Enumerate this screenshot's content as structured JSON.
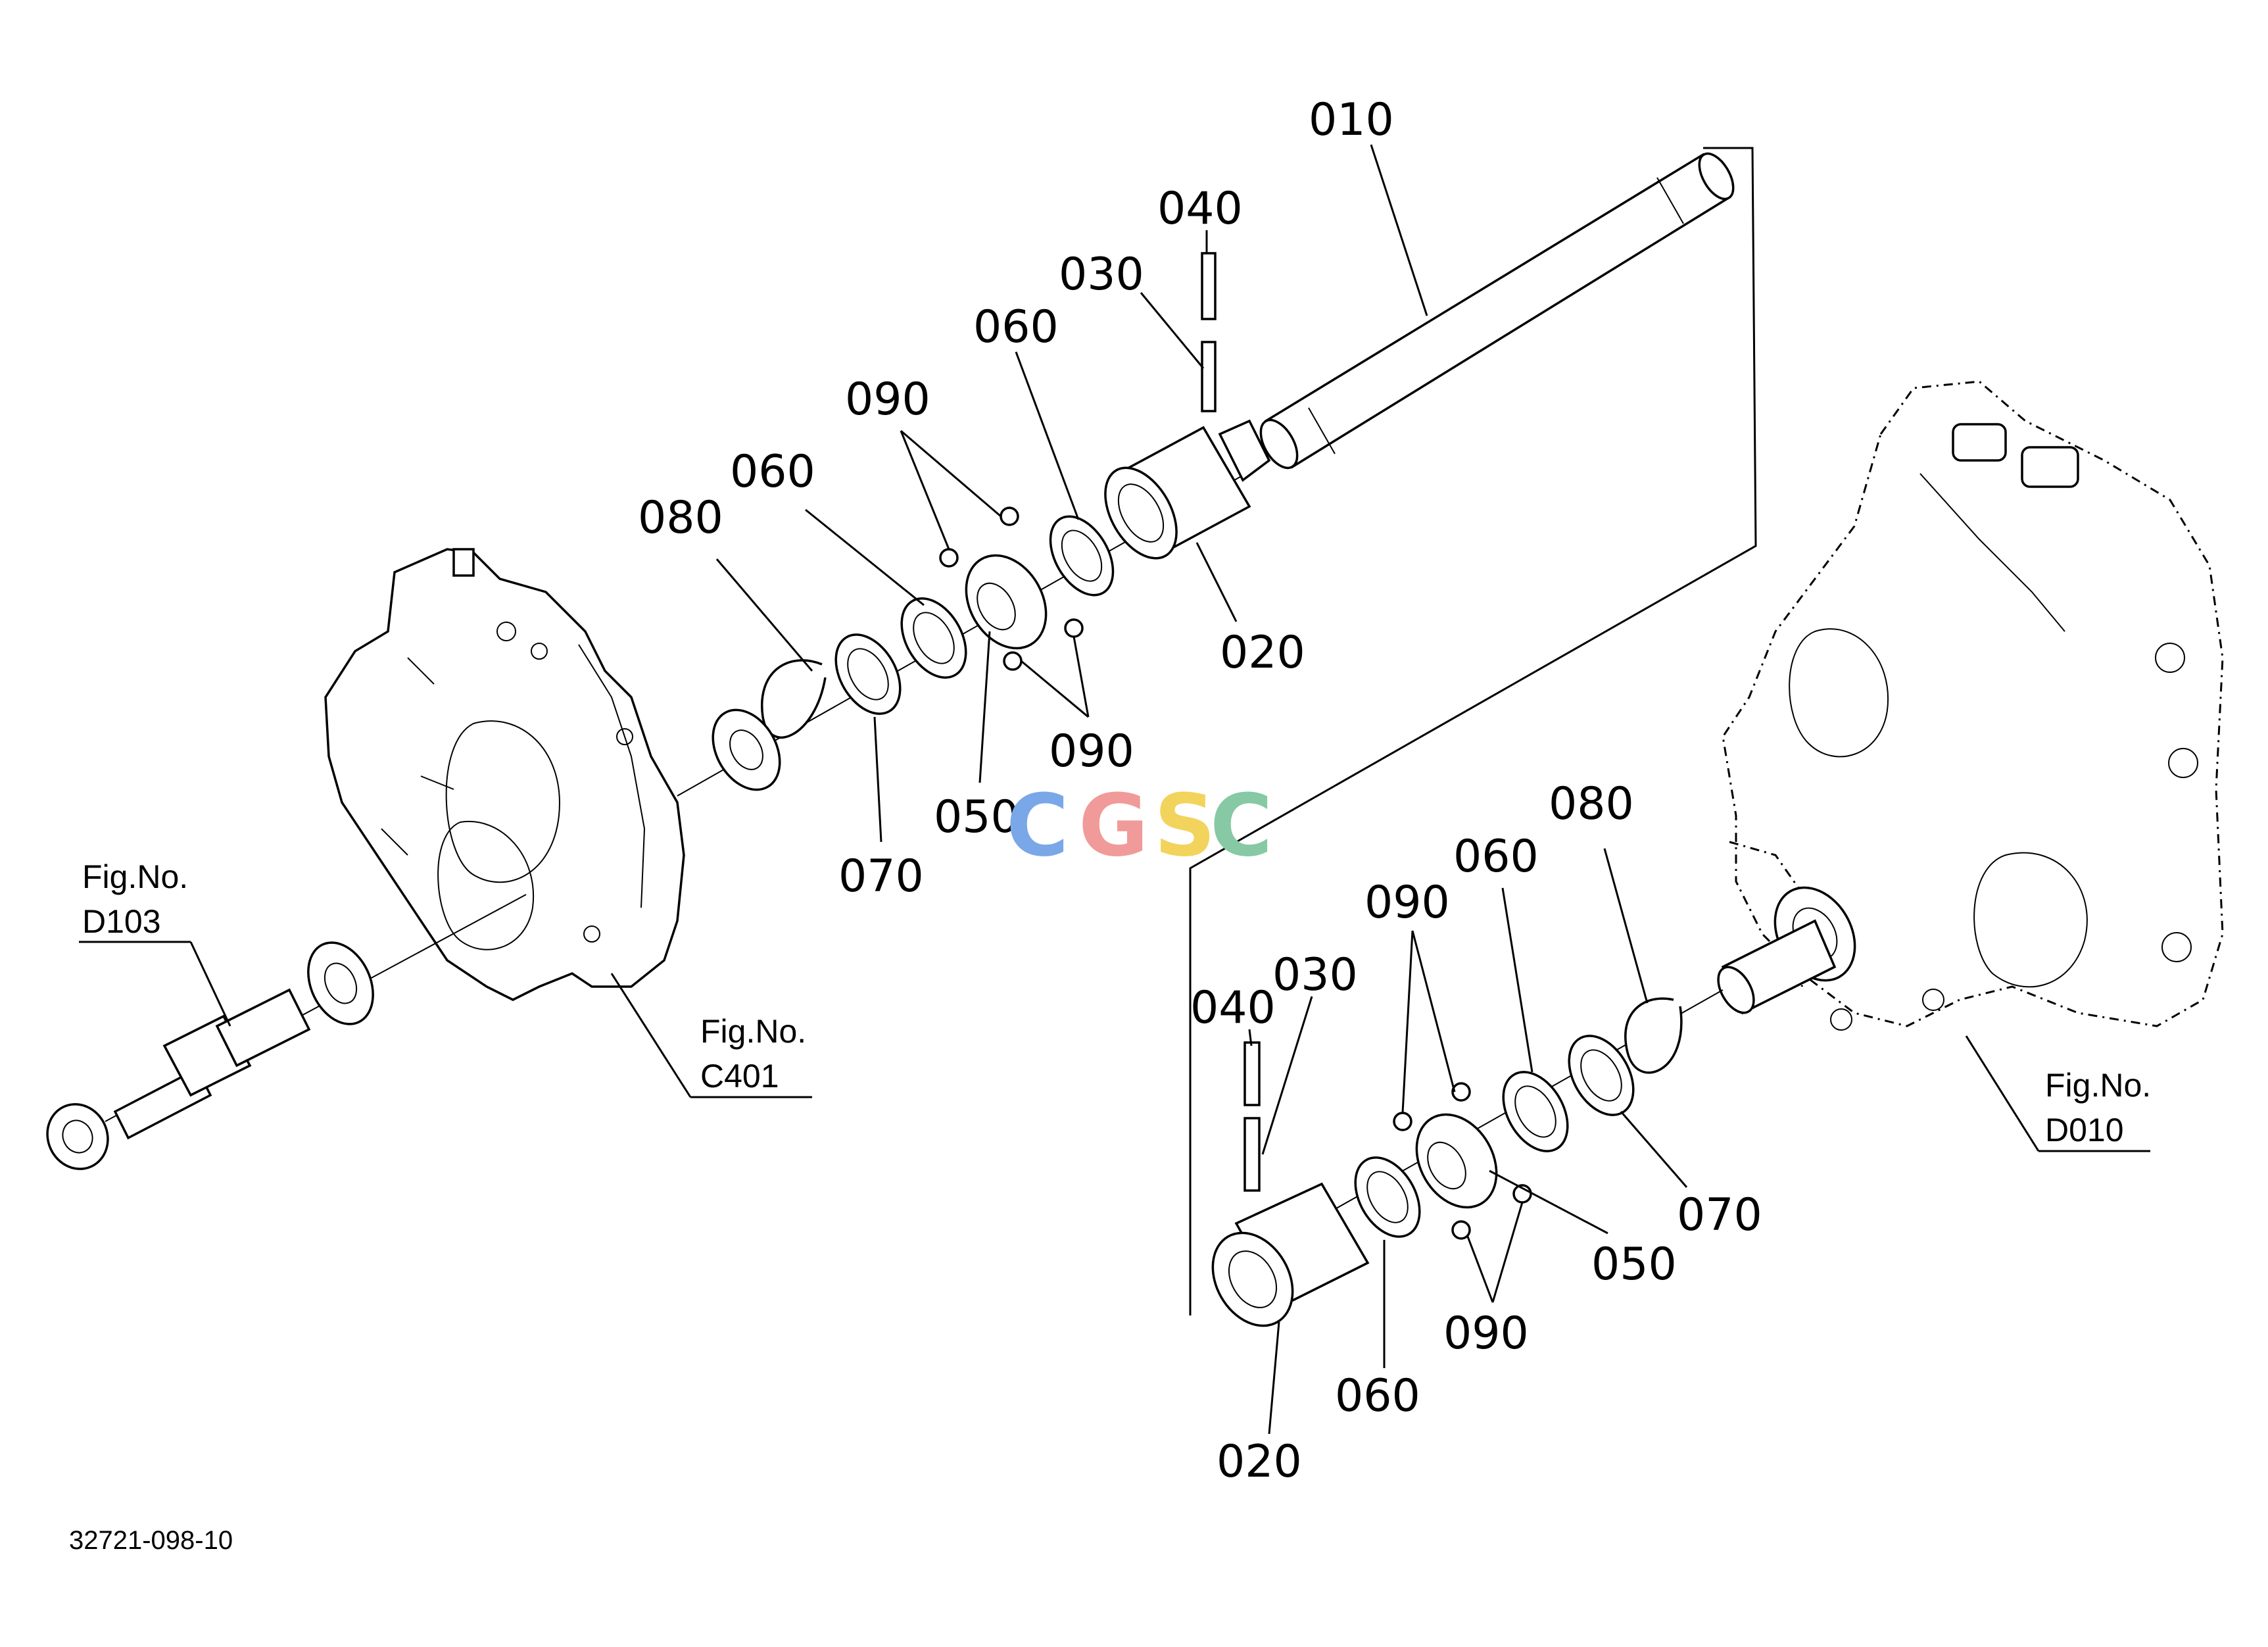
{
  "watermark": {
    "letters": [
      "C",
      "G",
      "S",
      "C"
    ],
    "colors": [
      "#7aa7e8",
      "#f09a9a",
      "#f2d35c",
      "#86c9a4"
    ]
  },
  "doc_code": "32721-098-10",
  "fig_refs": {
    "d103": [
      "Fig.No.",
      "D103"
    ],
    "c401": [
      "Fig.No.",
      "C401"
    ],
    "d010": [
      "Fig.No.",
      "D010"
    ]
  },
  "upper_labels": {
    "p010": "010",
    "p040": "040",
    "p030": "030",
    "p060a": "060",
    "p090a": "090",
    "p060b": "060",
    "p080": "080",
    "p020": "020",
    "p090b": "090",
    "p050": "050",
    "p070": "070"
  },
  "lower_labels": {
    "p080": "080",
    "p060a": "060",
    "p090a": "090",
    "p030": "030",
    "p040": "040",
    "p070": "070",
    "p050": "050",
    "p090b": "090",
    "p060b": "060",
    "p020": "020"
  }
}
